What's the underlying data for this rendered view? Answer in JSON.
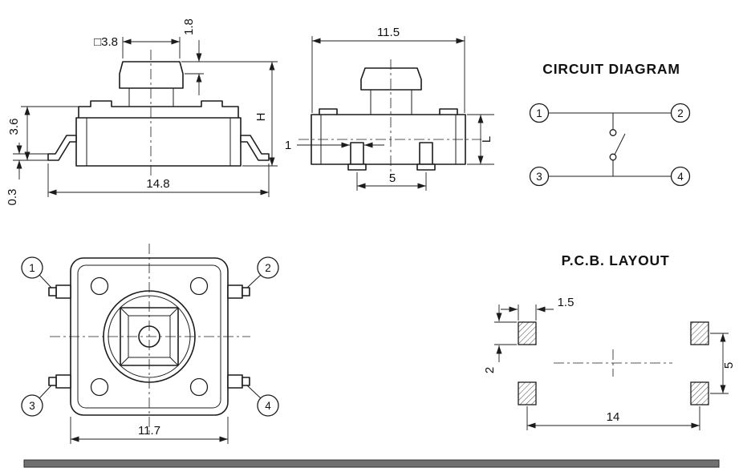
{
  "side_view": {
    "dim_button_square": "□3.8",
    "dim_button_height": "1.8",
    "dim_body_height": "3.6",
    "dim_lead_span": "14.8",
    "dim_standoff": "0.3",
    "dim_total_height": "H"
  },
  "front_view": {
    "dim_body_width": "11.5",
    "dim_lead_width": "1",
    "dim_lead_pitch": "5",
    "dim_height": "L"
  },
  "circuit_diagram": {
    "title": "CIRCUIT DIAGRAM",
    "terminal_1": "1",
    "terminal_2": "2",
    "terminal_3": "3",
    "terminal_4": "4"
  },
  "top_view": {
    "terminal_1": "1",
    "terminal_2": "2",
    "terminal_3": "3",
    "terminal_4": "4",
    "dim_body_width": "11.7"
  },
  "pcb_layout": {
    "title": "P.C.B. LAYOUT",
    "dim_pad_width": "1.5",
    "dim_pad_height": "2",
    "dim_row_pitch": "5",
    "dim_column_pitch": "14"
  },
  "colors": {
    "line": "#1c1c1c",
    "background": "#ffffff",
    "footer_bar": "#707070"
  }
}
